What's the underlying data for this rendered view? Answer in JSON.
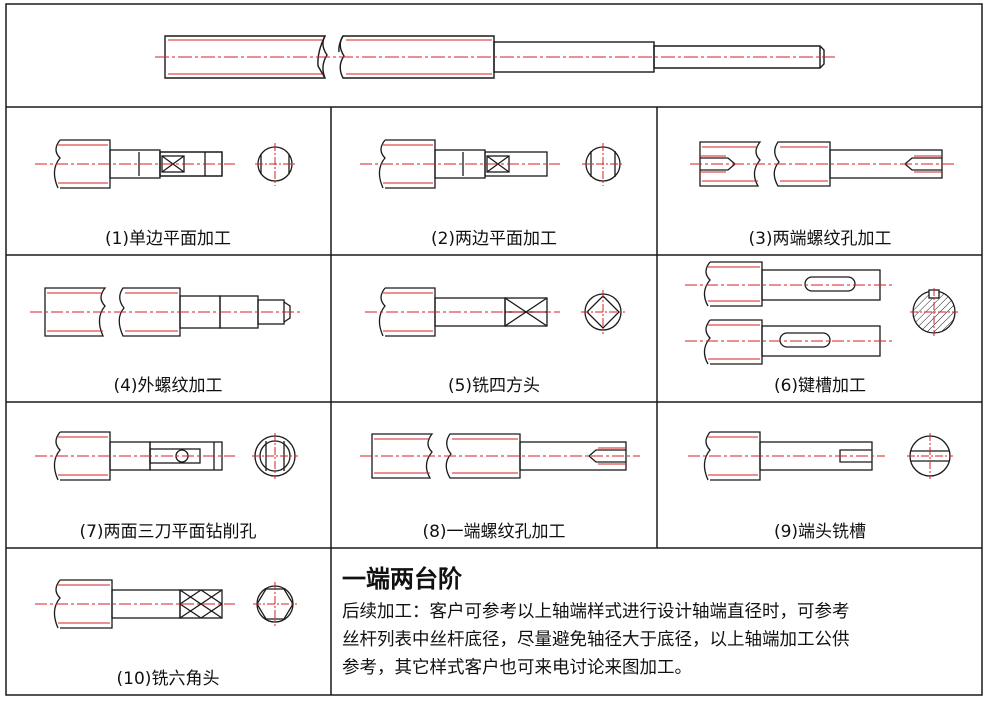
{
  "captions": {
    "c1": "(1)单边平面加工",
    "c2": "(2)两边平面加工",
    "c3": "(3)两端螺纹孔加工",
    "c4": "(4)外螺纹加工",
    "c5": "(5)铣四方头",
    "c6": "(6)键槽加工",
    "c7": "(7)两面三刀平面钻削孔",
    "c8": "(8)一端螺纹孔加工",
    "c9": "(9)端头铣槽",
    "c10": "(10)铣六角头"
  },
  "summary": {
    "title": "一端两台阶",
    "lines": [
      "后续加工：客户可参考以上轴端样式进行设计轴端直径时，可参考",
      "丝杆列表中丝杆底径，尽量避免轴径大于底径，以上轴端加工公供",
      "参考，其它样式客户也可来电讨论来图加工。"
    ]
  },
  "colors": {
    "line": "#1a1a1a",
    "center": "#d42020",
    "thread": "#d42020"
  }
}
